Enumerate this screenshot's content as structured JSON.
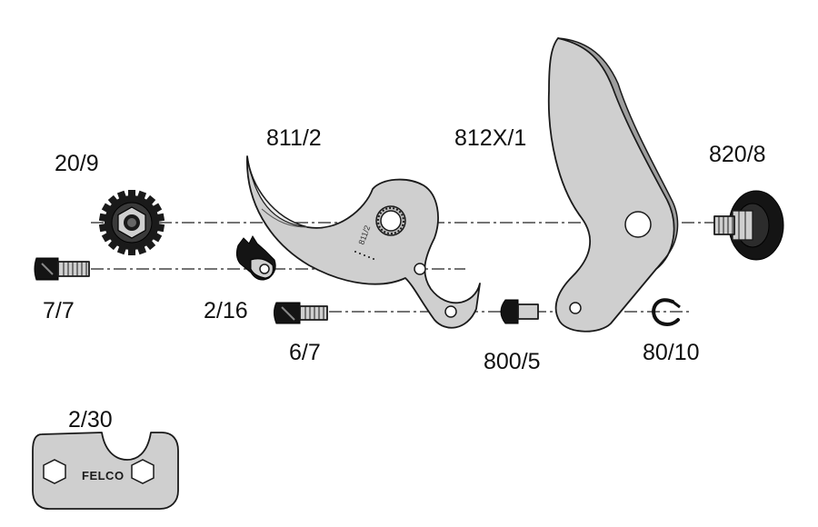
{
  "parts": [
    {
      "id": "part-20-9",
      "label": "20/9"
    },
    {
      "id": "part-7-7",
      "label": "7/7"
    },
    {
      "id": "part-2-16",
      "label": "2/16"
    },
    {
      "id": "part-811-2",
      "label": "811/2"
    },
    {
      "id": "part-6-7",
      "label": "6/7"
    },
    {
      "id": "part-812x-1",
      "label": "812X/1"
    },
    {
      "id": "part-800-5",
      "label": "800/5"
    },
    {
      "id": "part-80-10",
      "label": "80/10"
    },
    {
      "id": "part-820-8",
      "label": "820/8"
    },
    {
      "id": "part-2-30",
      "label": "2/30"
    }
  ],
  "embossed": {
    "blade_code": "811/2",
    "spanner_brand": "FELCO"
  }
}
